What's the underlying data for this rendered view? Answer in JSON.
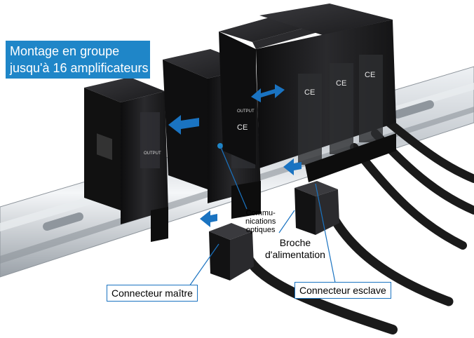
{
  "title": {
    "line1": "Montage en groupe",
    "line2": "jusqu'à 16 amplificateurs"
  },
  "labels": {
    "optical_line1": "Commu-",
    "optical_line2": "nications",
    "optical_line3": "optiques",
    "power_pin_line1": "Broche",
    "power_pin_line2": "d'alimentation",
    "master_connector": "Connecteur maître",
    "slave_connector": "Connecteur esclave"
  },
  "device_text": {
    "ce_mark": "CE",
    "output_label": "OUTPUT"
  },
  "colors": {
    "accent_blue": "#1a73c1",
    "title_bg": "#1f86c8",
    "device_body": "#1b1b1d",
    "rail": "#c9ced3"
  },
  "icons": [
    "double-arrow-icon",
    "left-arrow-icon",
    "up-arrow-icon"
  ]
}
